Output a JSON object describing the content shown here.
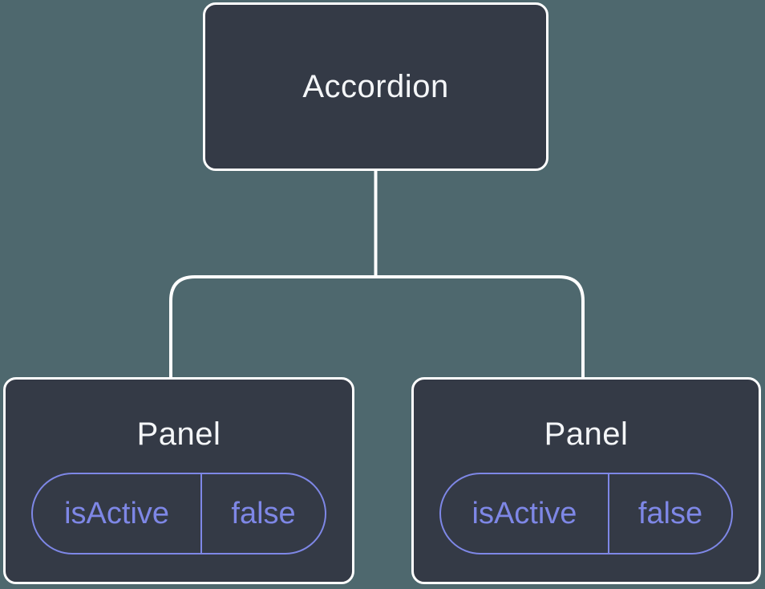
{
  "diagram": {
    "colors": {
      "background": "#4e686e",
      "node_fill": "#343a46",
      "node_border": "#ffffff",
      "connector": "#ffffff",
      "state_accent": "#7e87e6",
      "title_text": "#f4f6f8"
    },
    "root_node": {
      "label": "Accordion"
    },
    "child_nodes": [
      {
        "label": "Panel",
        "state": {
          "name": "isActive",
          "value": "false"
        }
      },
      {
        "label": "Panel",
        "state": {
          "name": "isActive",
          "value": "false"
        }
      }
    ]
  }
}
